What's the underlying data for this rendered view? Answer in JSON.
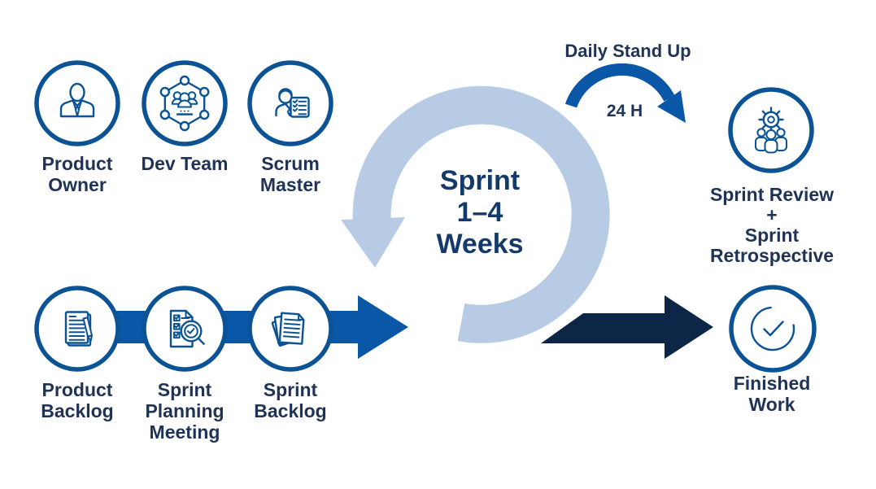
{
  "colors": {
    "icon_blue": "#0b5394",
    "flow_arrow_blue": "#0a57a7",
    "handoff_navy": "#0d2647",
    "cycle_light_blue": "#b7cbe4",
    "label_navy": "#1f3356",
    "center_navy": "#14396b"
  },
  "cycle": {
    "icon": "sprint-loop-arrow",
    "lines": [
      "Sprint",
      "1–4",
      "Weeks"
    ]
  },
  "daily_standup": {
    "label": "Daily Stand Up",
    "interval": "24 H",
    "icon": "clockwise-arc-arrow"
  },
  "team": [
    {
      "id": "product-owner",
      "icon": "person-suit-icon",
      "lines": [
        "Product",
        "Owner"
      ]
    },
    {
      "id": "dev-team",
      "icon": "network-team-icon",
      "lines": [
        "Dev Team"
      ]
    },
    {
      "id": "scrum-master",
      "icon": "person-checklist-icon",
      "lines": [
        "Scrum",
        "Master"
      ]
    }
  ],
  "flow": [
    {
      "id": "product-backlog",
      "icon": "document-pencil-icon",
      "lines": [
        "Product",
        "Backlog"
      ]
    },
    {
      "id": "sprint-planning-meeting",
      "icon": "checklist-magnifier-icon",
      "lines": [
        "Sprint",
        "Planning",
        "Meeting"
      ]
    },
    {
      "id": "sprint-backlog",
      "icon": "stacked-documents-icon",
      "lines": [
        "Sprint",
        "Backlog"
      ]
    }
  ],
  "outputs": [
    {
      "id": "sprint-review-retrospective",
      "icon": "gear-team-icon",
      "lines": [
        "Sprint Review",
        "+",
        "Sprint",
        "Retrospective"
      ]
    },
    {
      "id": "finished-work",
      "icon": "check-circle-icon",
      "lines": [
        "Finished",
        "Work"
      ]
    }
  ]
}
